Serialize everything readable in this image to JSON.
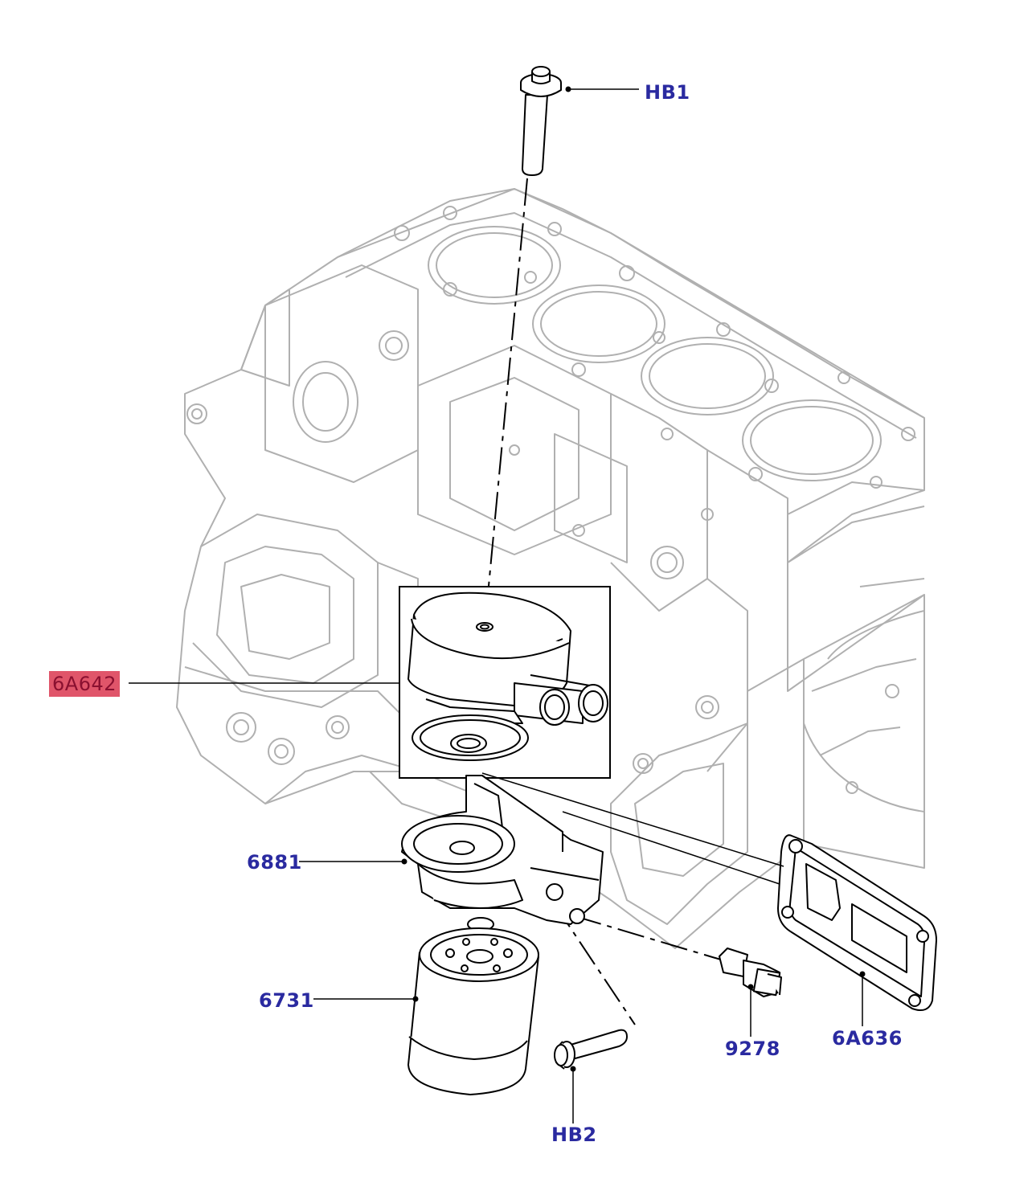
{
  "colors": {
    "label": "#2a2aa0",
    "highlight_bg": "#e0556a",
    "highlight_text": "#8a1030",
    "outline": "#b0b0b0",
    "part_stroke": "#000000"
  },
  "callouts": {
    "hb1": "HB1",
    "oil_cooler": "6A642",
    "filter_housing": "6881",
    "oil_filter": "6731",
    "sensor": "9278",
    "gasket": "6A636",
    "hb2": "HB2"
  },
  "icons": {
    "engine_block": "engine-block-outline",
    "bolt_top": "bolt-icon",
    "oil_cooler": "oil-cooler-icon",
    "filter_housing": "filter-housing-icon",
    "oil_filter": "oil-filter-icon",
    "sensor": "pressure-sensor-icon",
    "gasket": "gasket-icon",
    "bolt_bottom": "bolt-icon"
  }
}
